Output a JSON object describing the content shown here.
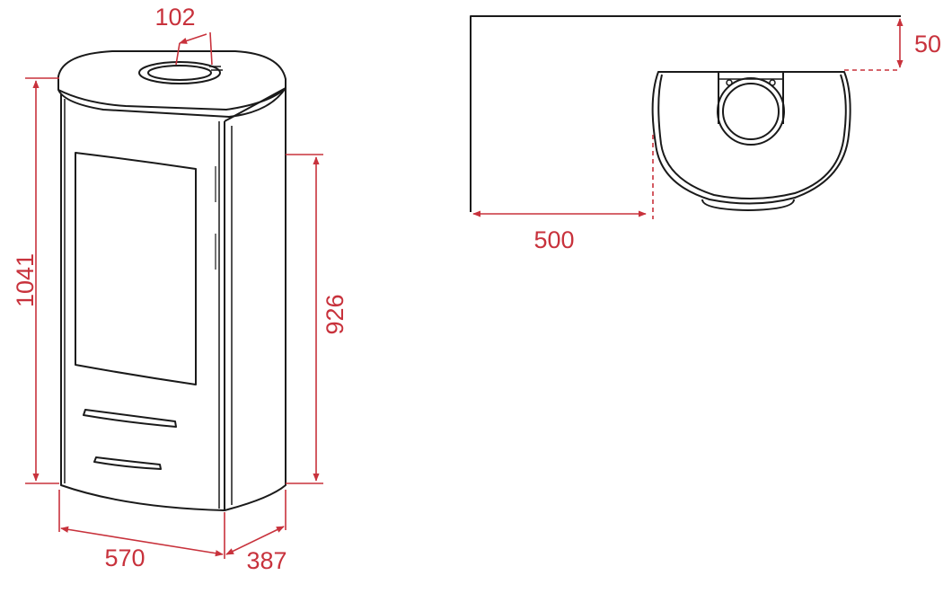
{
  "colors": {
    "outline": "#1a1a1a",
    "dimension": "#c8323c",
    "glass_fill": "#ffffff",
    "background": "#ffffff"
  },
  "dimensions": {
    "flue_diameter": "102",
    "total_height": "1041",
    "body_height": "926",
    "width": "570",
    "depth": "387",
    "rear_clearance": "50",
    "side_clearance": "500"
  }
}
